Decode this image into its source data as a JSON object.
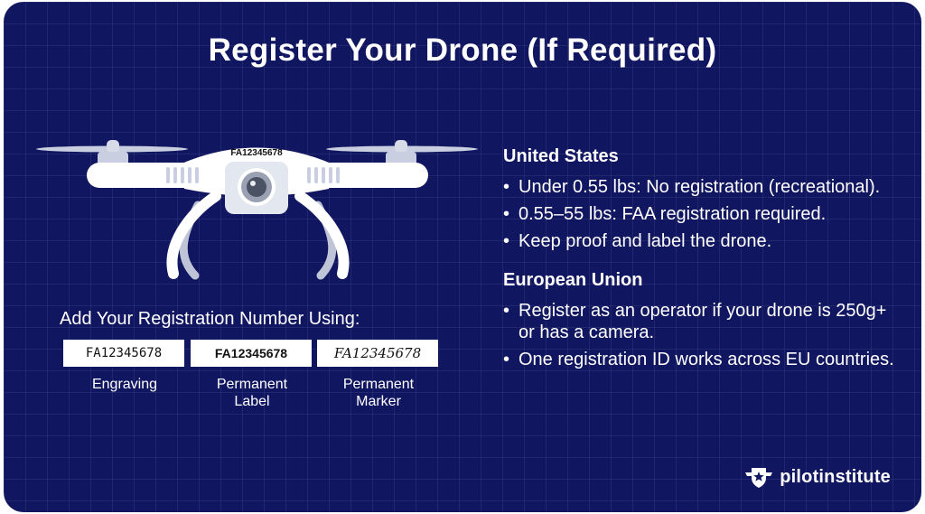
{
  "title": "Register Your Drone (If Required)",
  "drone": {
    "reg_number": "FA12345678"
  },
  "add_section": {
    "label": "Add Your Registration Number Using:",
    "samples": [
      {
        "value": "FA12345678",
        "caption_line1": "Engraving",
        "caption_line2": ""
      },
      {
        "value": "FA12345678",
        "caption_line1": "Permanent",
        "caption_line2": "Label"
      },
      {
        "value": "FA12345678",
        "caption_line1": "Permanent",
        "caption_line2": "Marker"
      }
    ]
  },
  "united_states": {
    "heading": "United States",
    "bullets": [
      "Under 0.55 lbs: No registration (recreational).",
      "0.55–55 lbs: FAA registration required.",
      "Keep proof and label the drone."
    ]
  },
  "european_union": {
    "heading": "European Union",
    "bullets": [
      "Register as an operator if your drone is 250g+ or has a camera.",
      "One registration ID works across EU countries."
    ]
  },
  "logo": {
    "text": "pilotinstitute",
    "icon": "winged-star-badge-icon"
  },
  "colors": {
    "background": "#111660",
    "text": "#ffffff",
    "drone_body": "#ffffff",
    "drone_shadow": "#c9cfe0"
  }
}
